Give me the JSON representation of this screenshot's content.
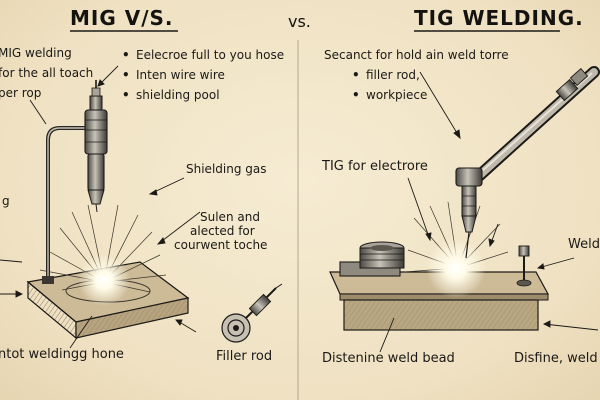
{
  "titles": {
    "left": "MIG V/S.",
    "middle": "vs.",
    "right": "TIG WELDING."
  },
  "left_panel": {
    "labels": {
      "mig_welding": "MIG welding",
      "for_all": "for the all toach",
      "per_rop": "per rop",
      "shielding_gas": "Shielding gas",
      "g": "g",
      "sulen_1": "Sulen and",
      "sulen_2": "alected for",
      "sulen_3": "courwent toche",
      "base": "ntot weldingg hone",
      "filler": "Filler rod"
    },
    "bullets": [
      "Eelecroe full to you hose",
      "Inten wire wire",
      "shielding pool"
    ]
  },
  "right_panel": {
    "labels": {
      "secanct": "Secanct for hold ain weld torre",
      "tig_electrode": "TIG for electrore",
      "weld": "Weld",
      "distenine": "Distenine weld bead",
      "disfine": "Disfine, weld b"
    },
    "bullets": [
      "filler rod,",
      "workpiece"
    ]
  },
  "colors": {
    "paper": "#f1e5c8",
    "ink": "#1c1a17",
    "metal": "#8d8a82",
    "glow": "#fffbe8"
  }
}
